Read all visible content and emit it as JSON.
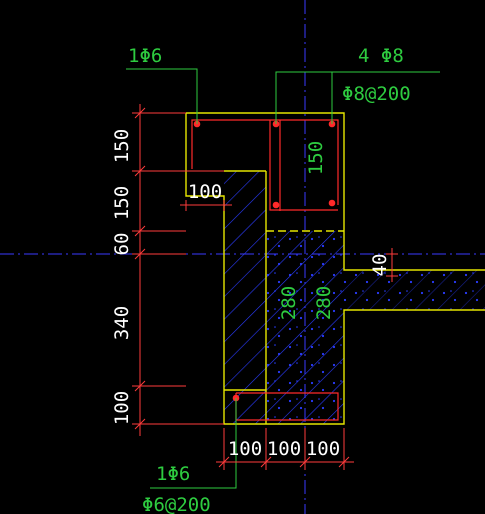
{
  "labels": {
    "top_left_rebar": "1Φ6",
    "top_right_rebar": "4 Φ8",
    "top_right_stirrup": "Φ8@200",
    "inner_vertical": "150",
    "bottom_rebar": "1Φ6",
    "bottom_stirrup": "Φ6@200",
    "inner_280_a": "280",
    "inner_280_b": "280"
  },
  "dims": {
    "left_150_top": "150",
    "left_150_mid": "150",
    "left_60": "60",
    "left_340": "340",
    "left_100": "100",
    "notch_100": "100",
    "slab_40": "40",
    "bottom_100_a": "100",
    "bottom_100_b": "100",
    "bottom_100_c": "100"
  },
  "colors": {
    "background": "#000000",
    "outline": "#e6e600",
    "rebar": "#ff2a2a",
    "dimension": "#ff3b3b",
    "hatch": "#2a3cff",
    "label": "#2ecc40",
    "text": "#ffffff",
    "axis": "#3a3aff"
  }
}
